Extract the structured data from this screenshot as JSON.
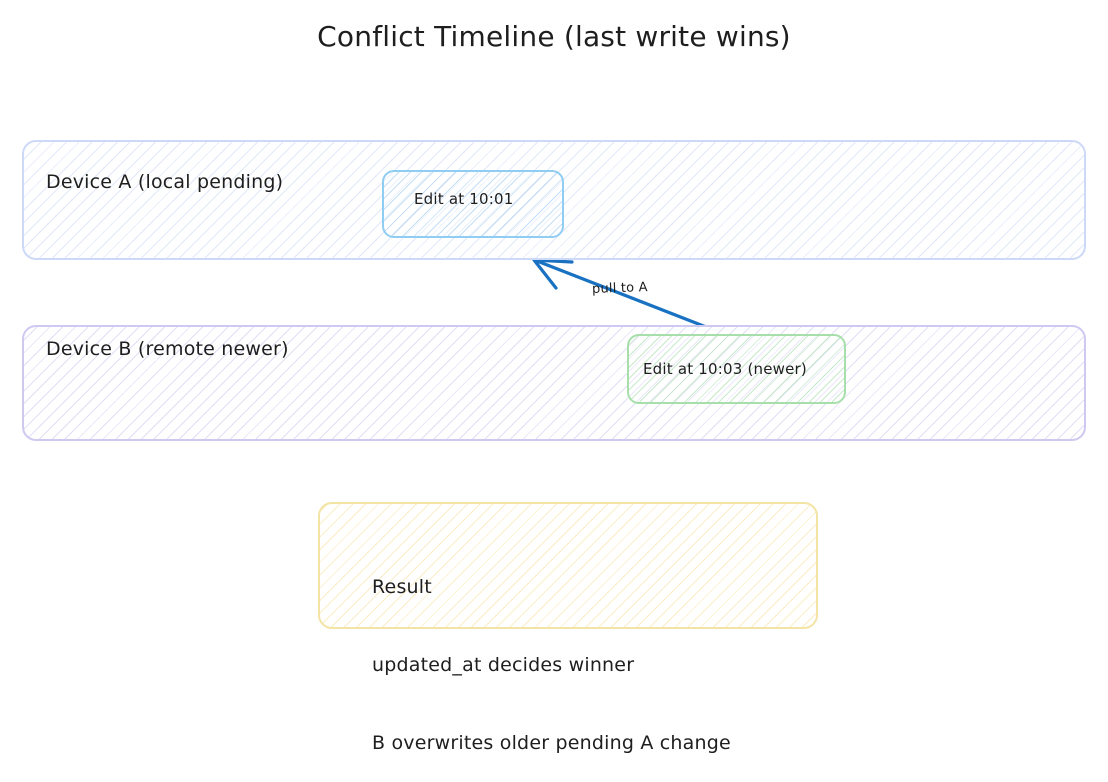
{
  "diagram": {
    "title": "Conflict Timeline (last write wins)",
    "background": "#ffffff",
    "accent_line_color": "#1971c2"
  },
  "lanes": [
    {
      "id": "device-a",
      "label": "Device A (local pending)",
      "border_color": "#ccd9f7",
      "hatch_color": "#b4c8f0",
      "timeline_arrow_color": "#1971c2",
      "event": {
        "label": "Edit at 10:01",
        "border_color": "#8fcdf2",
        "hatch_color": "#8cbeeb"
      }
    },
    {
      "id": "device-b",
      "label": "Device B (remote newer)",
      "border_color": "#cec9f0",
      "hatch_color": "#beb6eb",
      "timeline_arrow_color": "#1971c2",
      "event": {
        "label": "Edit at 10:03 (newer)",
        "border_color": "#a7dfaa",
        "hatch_color": "#96d79b"
      }
    }
  ],
  "connector": {
    "label": "pull to A",
    "color": "#1971c2",
    "from": "device-b-event",
    "to": "device-a-lane"
  },
  "result": {
    "border_color": "#f3e4a5",
    "hatch_color": "#f2d778",
    "lines": [
      "Result",
      "updated_at decides winner",
      "B overwrites older pending A change"
    ]
  }
}
